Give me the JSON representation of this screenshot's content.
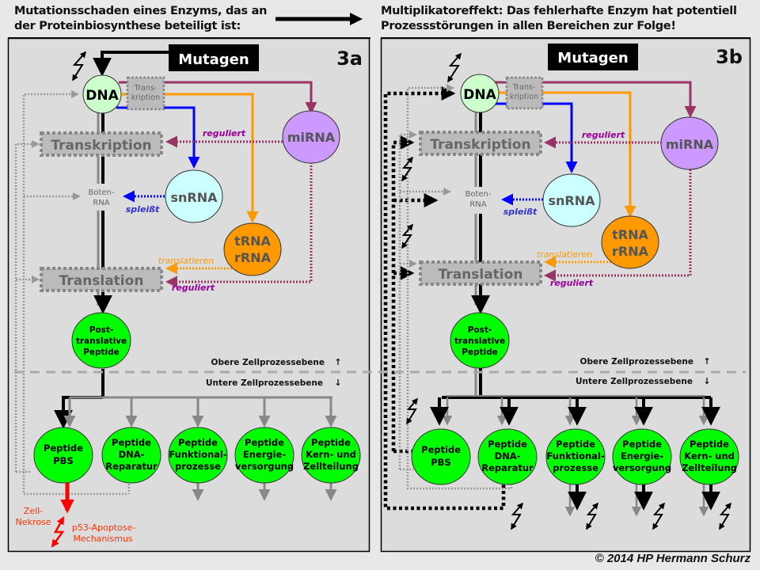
{
  "header": {
    "left_text_line1": "Mutationsschaden eines Enzyms, das an",
    "left_text_line2": "der Proteinbiosynthese beteiligt ist:",
    "right_text_line1": "Multiplikatoreffekt: Das fehlerhafte Enzym hat potentiell",
    "right_text_line2": "Prozessstörungen in allen Bereichen zur Folge!"
  },
  "footer": {
    "copyright": "© 2014 HP Hermann Schurz"
  },
  "colors": {
    "background": "#e8e8e8",
    "panel": "#dcdcdc",
    "dna_fill": "#ccffcc",
    "mirna_fill": "#cc99ff",
    "snrna_fill": "#ccffff",
    "trna_fill": "#ff9900",
    "peptide_fill": "#00ff00",
    "mirna_line": "#993366",
    "trna_line": "#ff9900",
    "snrna_line": "#0000ff",
    "necrosis_red": "#ff0000",
    "necrosis_text": "#ff3300",
    "process_box": "#bbbbbb"
  },
  "panels": [
    {
      "id": "3a",
      "label": "3a",
      "mutagen": "Mutagen",
      "dna": "DNA",
      "transkription_small_line1": "Trans-",
      "transkription_small_line2": "kription",
      "transkription": "Transkription",
      "mirna": "miRNA",
      "reguliert_top": "reguliert",
      "snrna": "snRNA",
      "botenrna_line1": "Boten-",
      "botenrna_line2": "RNA",
      "spleisst": "spleißt",
      "trna_line1": "tRNA",
      "trna_line2": "rRNA",
      "translatieren": "translatieren",
      "translation": "Translation",
      "reguliert_bottom": "reguliert",
      "post_line1": "Post-",
      "post_line2": "translative",
      "post_line3": "Peptide",
      "obere": "Obere Zellprozessebene",
      "untere": "Untere Zellprozessebene",
      "up_arrow": "↑",
      "down_arrow": "↓",
      "peptides": [
        {
          "l1": "Peptide",
          "l2": "PBS",
          "l3": ""
        },
        {
          "l1": "Peptide",
          "l2": "DNA-",
          "l3": "Reparatur"
        },
        {
          "l1": "Peptide",
          "l2": "Funktional-",
          "l3": "prozesse"
        },
        {
          "l1": "Peptide",
          "l2": "Energie-",
          "l3": "versorgung"
        },
        {
          "l1": "Peptide",
          "l2": "Kern- und",
          "l3": "Zellteilung"
        }
      ],
      "zell_line1": "Zell-",
      "zell_line2": "Nekrose",
      "p53_line1": "p53-Apoptose-",
      "p53_line2": "Mechanismus"
    },
    {
      "id": "3b",
      "label": "3b",
      "mutagen": "Mutagen",
      "dna": "DNA",
      "transkription_small_line1": "Trans-",
      "transkription_small_line2": "kription",
      "transkription": "Transkription",
      "mirna": "miRNA",
      "reguliert_top": "reguliert",
      "snrna": "snRNA",
      "botenrna_line1": "Boten-",
      "botenrna_line2": "RNA",
      "spleisst": "spleißt",
      "trna_line1": "tRNA",
      "trna_line2": "rRNA",
      "translatieren": "translatieren",
      "translation": "Translation",
      "reguliert_bottom": "reguliert",
      "post_line1": "Post-",
      "post_line2": "translative",
      "post_line3": "Peptide",
      "obere": "Obere Zellprozessebene",
      "untere": "Untere Zellprozessebene",
      "up_arrow": "↑",
      "down_arrow": "↓",
      "peptides": [
        {
          "l1": "Peptide",
          "l2": "PBS",
          "l3": ""
        },
        {
          "l1": "Peptide",
          "l2": "DNA-",
          "l3": "Reparatur"
        },
        {
          "l1": "Peptide",
          "l2": "Funktional-",
          "l3": "prozesse"
        },
        {
          "l1": "Peptide",
          "l2": "Energie-",
          "l3": "versorgung"
        },
        {
          "l1": "Peptide",
          "l2": "Kern- und",
          "l3": "Zellteilung"
        }
      ]
    }
  ]
}
